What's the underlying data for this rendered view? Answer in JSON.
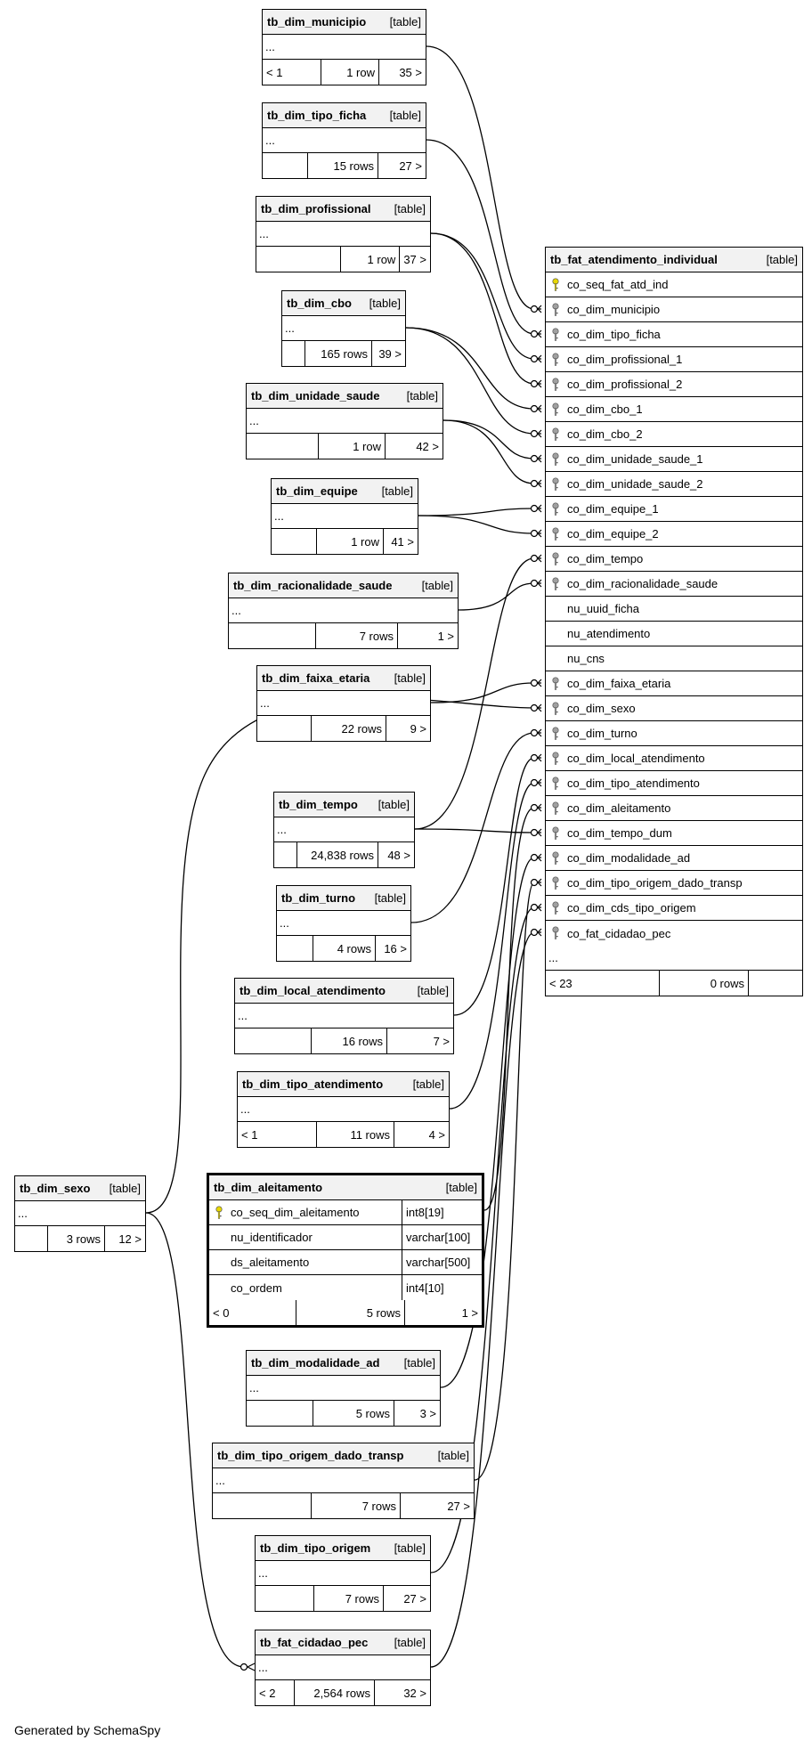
{
  "main_table": {
    "name": "tb_fat_atendimento_individual",
    "tag": "[table]",
    "columns": [
      {
        "name": "co_seq_fat_atd_ind",
        "key": "pk"
      },
      {
        "name": "co_dim_municipio",
        "key": "fk"
      },
      {
        "name": "co_dim_tipo_ficha",
        "key": "fk"
      },
      {
        "name": "co_dim_profissional_1",
        "key": "fk"
      },
      {
        "name": "co_dim_profissional_2",
        "key": "fk"
      },
      {
        "name": "co_dim_cbo_1",
        "key": "fk"
      },
      {
        "name": "co_dim_cbo_2",
        "key": "fk"
      },
      {
        "name": "co_dim_unidade_saude_1",
        "key": "fk"
      },
      {
        "name": "co_dim_unidade_saude_2",
        "key": "fk"
      },
      {
        "name": "co_dim_equipe_1",
        "key": "fk"
      },
      {
        "name": "co_dim_equipe_2",
        "key": "fk"
      },
      {
        "name": "co_dim_tempo",
        "key": "fk"
      },
      {
        "name": "co_dim_racionalidade_saude",
        "key": "fk"
      },
      {
        "name": "nu_uuid_ficha",
        "key": ""
      },
      {
        "name": "nu_atendimento",
        "key": ""
      },
      {
        "name": "nu_cns",
        "key": ""
      },
      {
        "name": "co_dim_faixa_etaria",
        "key": "fk"
      },
      {
        "name": "co_dim_sexo",
        "key": "fk"
      },
      {
        "name": "co_dim_turno",
        "key": "fk"
      },
      {
        "name": "co_dim_local_atendimento",
        "key": "fk"
      },
      {
        "name": "co_dim_tipo_atendimento",
        "key": "fk"
      },
      {
        "name": "co_dim_aleitamento",
        "key": "fk"
      },
      {
        "name": "co_dim_tempo_dum",
        "key": "fk"
      },
      {
        "name": "co_dim_modalidade_ad",
        "key": "fk"
      },
      {
        "name": "co_dim_tipo_origem_dado_transp",
        "key": "fk"
      },
      {
        "name": "co_dim_cds_tipo_origem",
        "key": "fk"
      },
      {
        "name": "co_fat_cidadao_pec",
        "key": "fk"
      }
    ],
    "ellipsis": "...",
    "footer": [
      "< 23",
      "0 rows",
      ""
    ]
  },
  "focus_table": {
    "name": "tb_dim_aleitamento",
    "tag": "[table]",
    "columns": [
      {
        "name": "co_seq_dim_aleitamento",
        "type": "int8[19]",
        "key": "pk"
      },
      {
        "name": "nu_identificador",
        "type": "varchar[100]",
        "key": ""
      },
      {
        "name": "ds_aleitamento",
        "type": "varchar[500]",
        "key": ""
      },
      {
        "name": "co_ordem",
        "type": "int4[10]",
        "key": ""
      }
    ],
    "footer": [
      "< 0",
      "5 rows",
      "1 >"
    ]
  },
  "tables": [
    {
      "name": "tb_dim_municipio",
      "tag": "[table]",
      "ellipsis": "...",
      "footer": [
        "< 1",
        "1 row",
        "35 >"
      ]
    },
    {
      "name": "tb_dim_tipo_ficha",
      "tag": "[table]",
      "ellipsis": "...",
      "footer": [
        "",
        "15 rows",
        "27 >"
      ]
    },
    {
      "name": "tb_dim_profissional",
      "tag": "[table]",
      "ellipsis": "...",
      "footer": [
        "",
        "1 row",
        "37 >"
      ]
    },
    {
      "name": "tb_dim_cbo",
      "tag": "[table]",
      "ellipsis": "...",
      "footer": [
        "",
        "165 rows",
        "39 >"
      ]
    },
    {
      "name": "tb_dim_unidade_saude",
      "tag": "[table]",
      "ellipsis": "...",
      "footer": [
        "",
        "1 row",
        "42 >"
      ]
    },
    {
      "name": "tb_dim_equipe",
      "tag": "[table]",
      "ellipsis": "...",
      "footer": [
        "",
        "1 row",
        "41 >"
      ]
    },
    {
      "name": "tb_dim_racionalidade_saude",
      "tag": "[table]",
      "ellipsis": "...",
      "footer": [
        "",
        "7 rows",
        "1 >"
      ]
    },
    {
      "name": "tb_dim_faixa_etaria",
      "tag": "[table]",
      "ellipsis": "...",
      "footer": [
        "",
        "22 rows",
        "9 >"
      ]
    },
    {
      "name": "tb_dim_tempo",
      "tag": "[table]",
      "ellipsis": "...",
      "footer": [
        "",
        "24,838 rows",
        "48 >"
      ]
    },
    {
      "name": "tb_dim_turno",
      "tag": "[table]",
      "ellipsis": "...",
      "footer": [
        "",
        "4 rows",
        "16 >"
      ]
    },
    {
      "name": "tb_dim_local_atendimento",
      "tag": "[table]",
      "ellipsis": "...",
      "footer": [
        "",
        "16 rows",
        "7 >"
      ]
    },
    {
      "name": "tb_dim_tipo_atendimento",
      "tag": "[table]",
      "ellipsis": "...",
      "footer": [
        "< 1",
        "11 rows",
        "4 >"
      ]
    },
    {
      "name": "tb_dim_sexo",
      "tag": "[table]",
      "ellipsis": "...",
      "footer": [
        "",
        "3 rows",
        "12 >"
      ]
    },
    {
      "name": "tb_dim_modalidade_ad",
      "tag": "[table]",
      "ellipsis": "...",
      "footer": [
        "",
        "5 rows",
        "3 >"
      ]
    },
    {
      "name": "tb_dim_tipo_origem_dado_transp",
      "tag": "[table]",
      "ellipsis": "...",
      "footer": [
        "",
        "7 rows",
        "27 >"
      ]
    },
    {
      "name": "tb_dim_tipo_origem",
      "tag": "[table]",
      "ellipsis": "...",
      "footer": [
        "",
        "7 rows",
        "27 >"
      ]
    },
    {
      "name": "tb_fat_cidadao_pec",
      "tag": "[table]",
      "ellipsis": "...",
      "footer": [
        "< 2",
        "2,564 rows",
        "32 >"
      ]
    }
  ],
  "generated_by": "Generated by SchemaSpy",
  "colors": {
    "pk_key": "#e8d800",
    "fk_key": "#a0a0a0",
    "header_bg": "#f2f2f2"
  }
}
